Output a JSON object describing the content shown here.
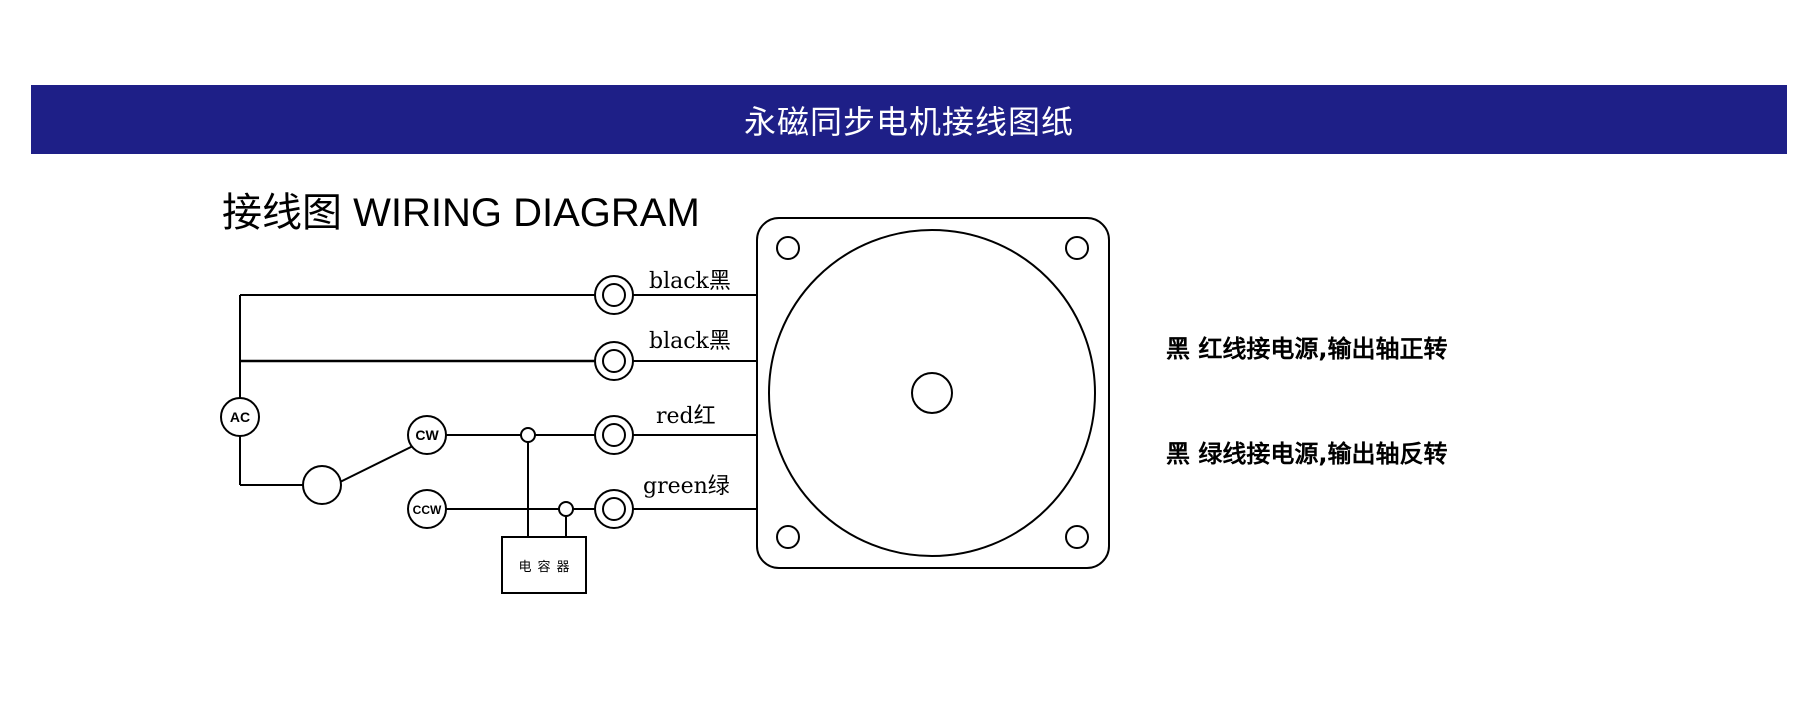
{
  "header": {
    "title": "永磁同步电机接线图纸"
  },
  "diagram": {
    "heading": "接线图 WIRING DIAGRAM",
    "wires": {
      "black1": "black黑",
      "black2": "black黑",
      "red": "red红",
      "green": "green绿"
    },
    "nodes": {
      "ac": "AC",
      "cw": "CW",
      "ccw": "CCW"
    },
    "capacitor": "电容器",
    "notes": [
      "黑  红线接电源,输出轴正转",
      "黑  绿线接电源,输出轴反转"
    ]
  },
  "colors": {
    "banner": "#1e1f87",
    "banner_text": "#ffffff",
    "ink": "#000000"
  }
}
